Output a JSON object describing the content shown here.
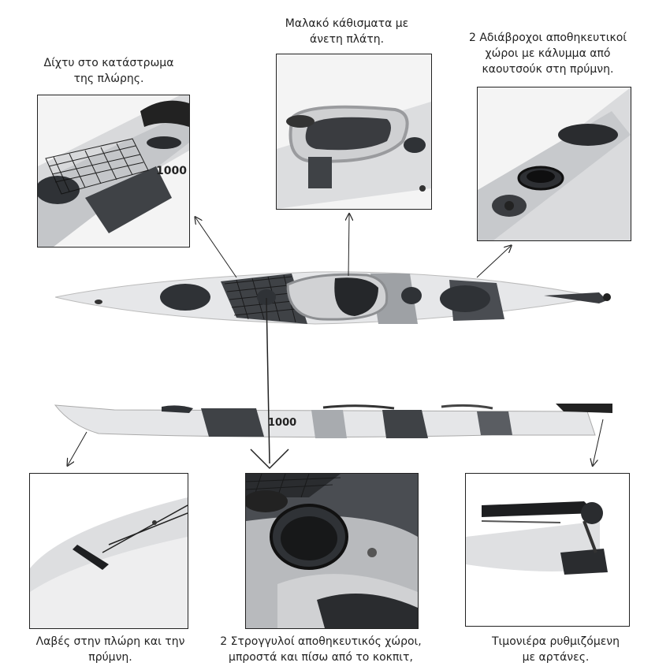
{
  "captions": {
    "bow_deck_net": [
      "Δίχτυ στο κατάστρωμα",
      "της πλώρης."
    ],
    "soft_seats": [
      "Μαλακό κάθισματα με",
      "άνετη πλάτη."
    ],
    "stern_hatches": [
      "2 Αδιάβροχοι αποθηκευτικοί",
      "χώροι με κάλυμμα από",
      "καουτσούκ στη πρύμνη."
    ],
    "handles": [
      "Λαβές στην πλώρη και την",
      "πρύμνη."
    ],
    "round_hatches": [
      "2 Στρογγυλοί αποθηκευτικός χώροι,",
      "μπροστά και πίσω από το κοκπιτ,"
    ],
    "rudder": [
      "Τιμονιέρα ρυθμιζόμενη",
      "με αρτάνες."
    ]
  },
  "hull_text": "1000",
  "colors": {
    "hull_light": "#e9e9e9",
    "hull_mid": "#b9bcbf",
    "hull_dark": "#3f4246",
    "hatch": "#2f3236",
    "line": "#222222"
  }
}
